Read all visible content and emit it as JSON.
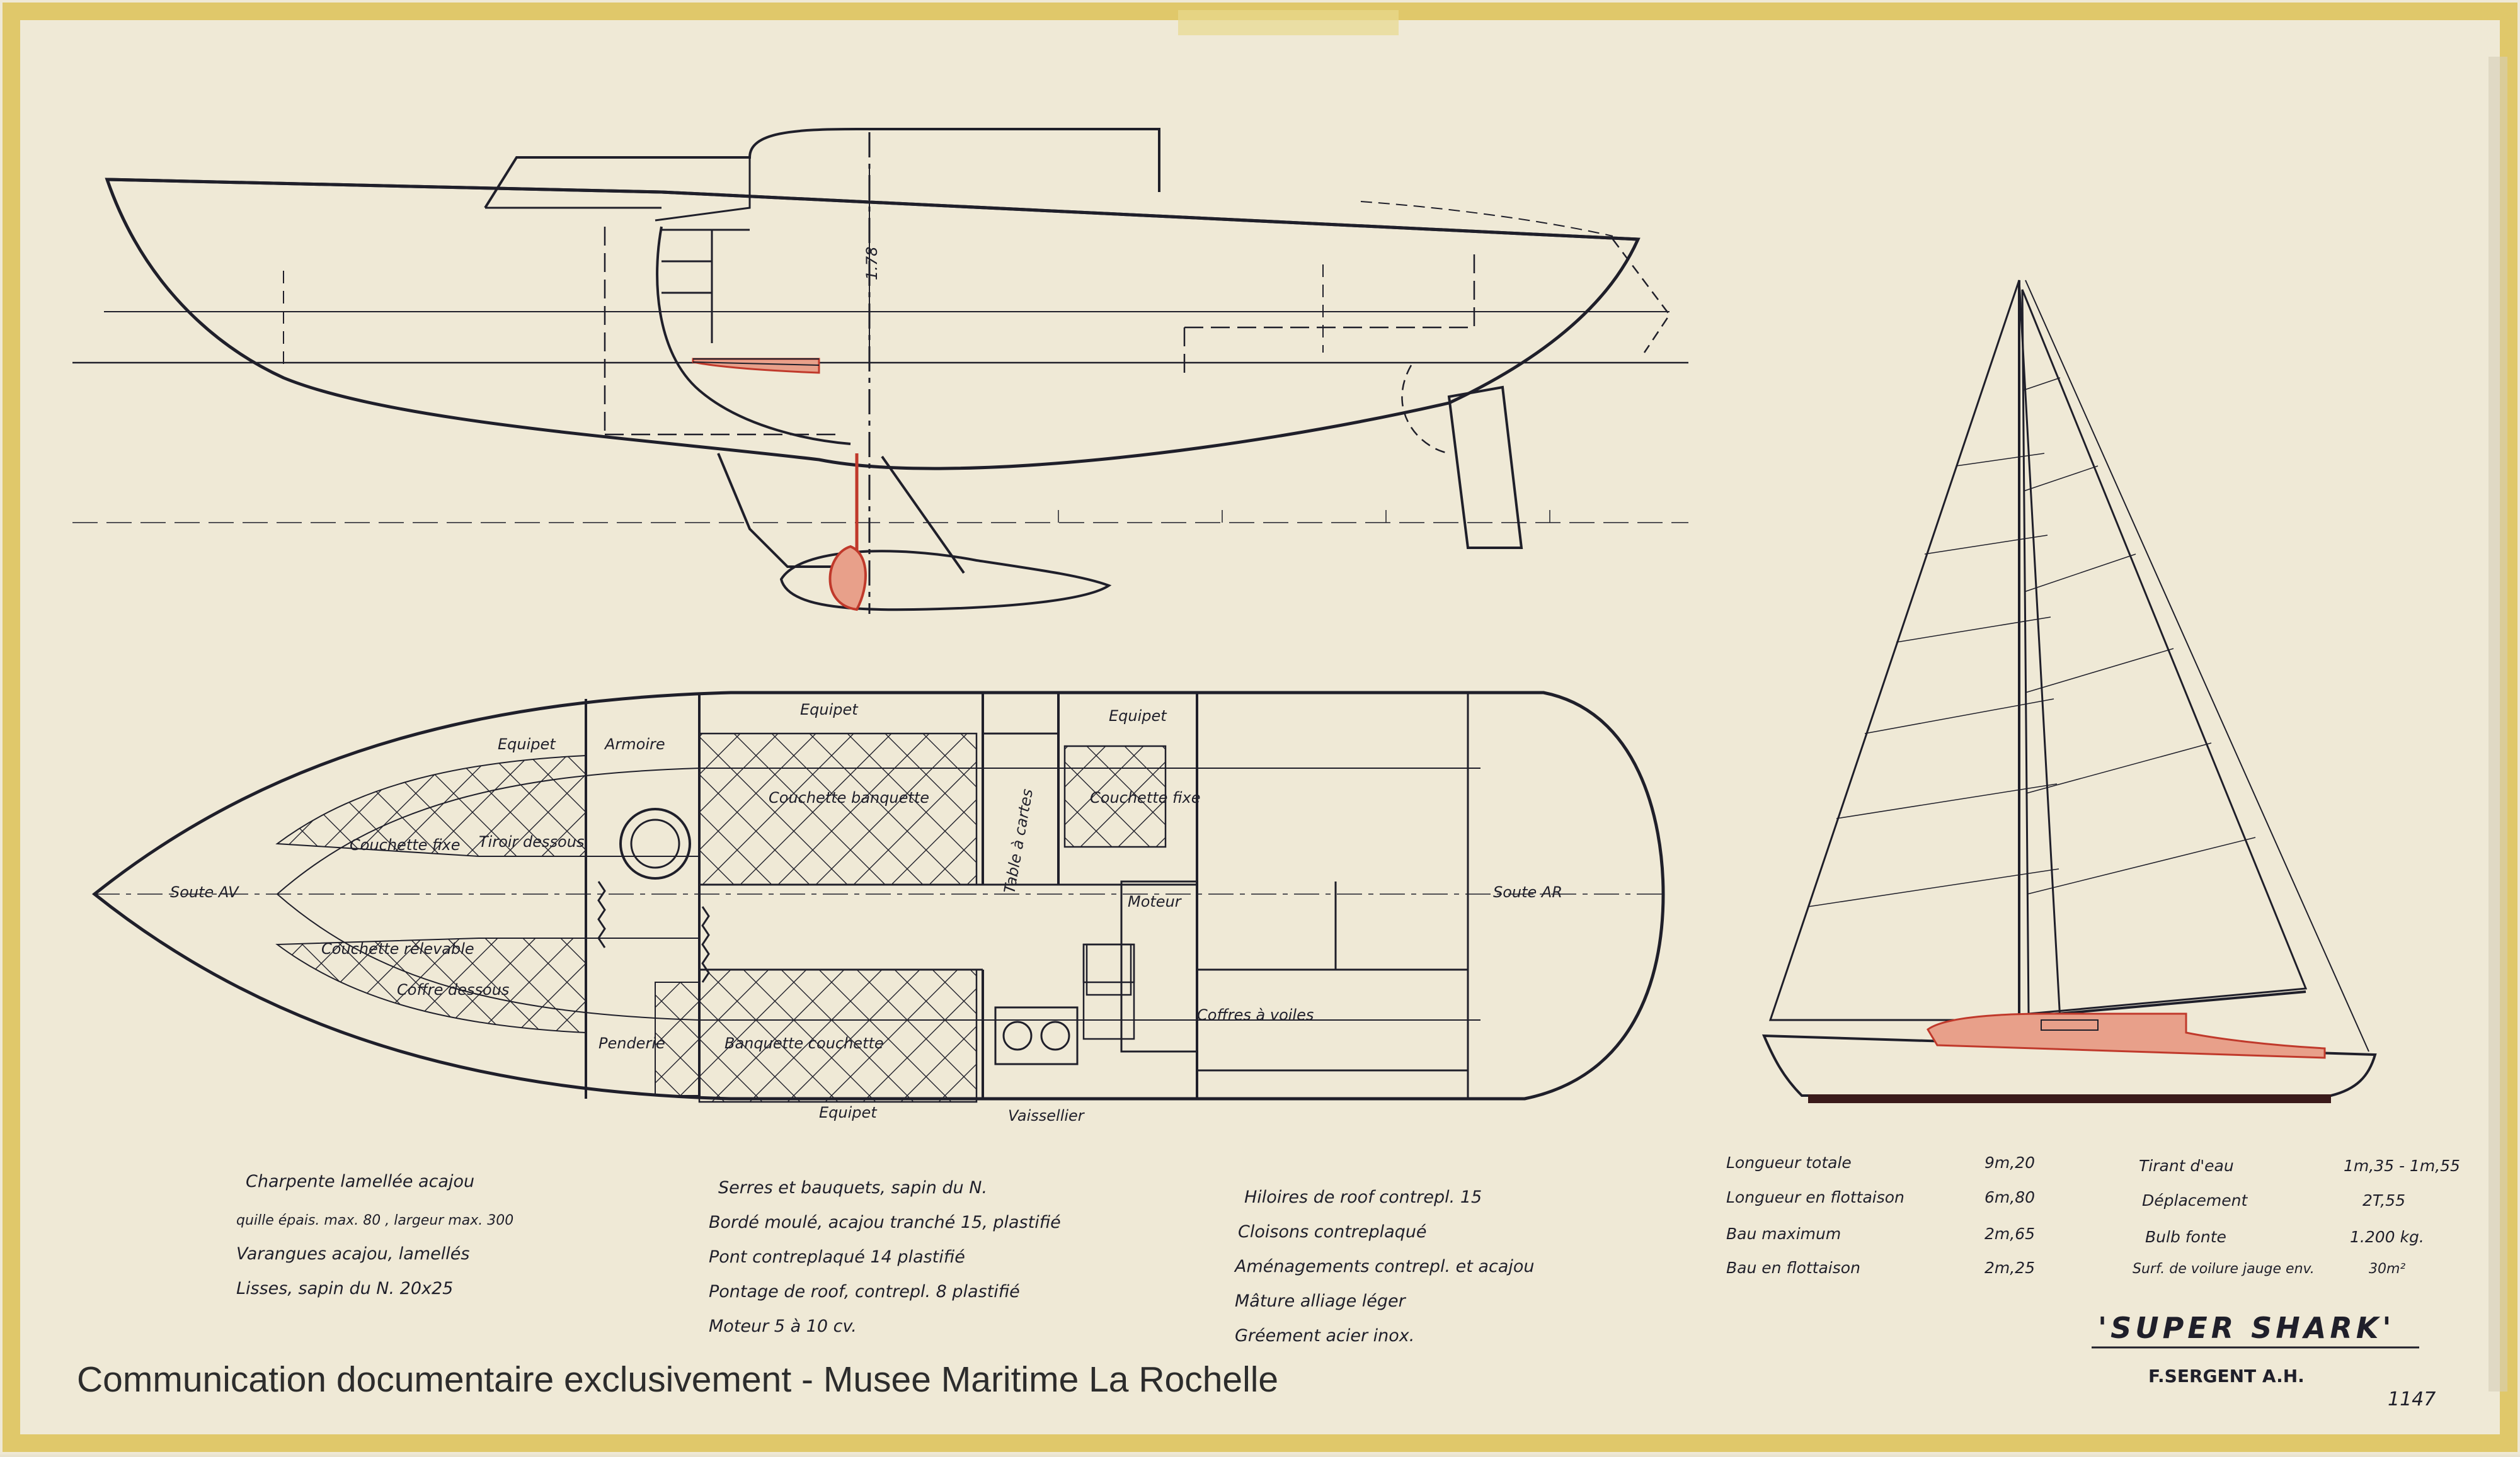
{
  "colors": {
    "paper": "#e9e3cf",
    "border": "#e0c86a",
    "ink": "#1f1f2a",
    "red_fill": "#e8a08a",
    "red_dark": "#c0392b"
  },
  "plan_labels": {
    "equipet_top_left": "Equipet",
    "armoire": "Armoire",
    "equipet_top_center": "Equipet",
    "equipet_top_right": "Equipet",
    "couchette_banquette": "Couchette banquette",
    "table_a_cartes": "Table à cartes",
    "couchette_fixe_right": "Couchette fixe",
    "couchette_fixe_left": "Couchette fixe",
    "tiroir_dessous": "Tiroir dessous",
    "soute_av": "Soute AV",
    "soute_ar": "Soute AR",
    "moteur": "Moteur",
    "couchette_relevable": "Couchette relevable",
    "coffre_dessous": "Coffre dessous",
    "coffres_a_voiles": "Coffres à voiles",
    "penderie": "Penderie",
    "banquette_couchette": "Banquette couchette",
    "equipet_bottom": "Equipet",
    "vaissellier": "Vaissellier"
  },
  "profile_labels": {
    "headroom": "1.78"
  },
  "construction_notes": {
    "col1": [
      "Charpente lamellée acajou",
      "quille épais. max. 80 , largeur max. 300",
      "Varangues acajou, lamellés",
      "Lisses, sapin du N. 20x25"
    ],
    "col2": [
      "Serres et bauquets, sapin du N.",
      "Bordé moulé, acajou tranché 15, plastifié",
      "Pont contreplaqué 14 plastifié",
      "Pontage de roof, contrepl. 8 plastifié",
      "Moteur 5 à 10 cv."
    ],
    "col3": [
      "Hiloires de roof contrepl. 15",
      "Cloisons contreplaqué",
      "Aménagements contrepl. et acajou",
      "Mâture alliage léger",
      "Gréement acier inox."
    ]
  },
  "specs": {
    "left": [
      {
        "label": "Longueur totale",
        "value": "9m,20"
      },
      {
        "label": "Longueur en flottaison",
        "value": "6m,80"
      },
      {
        "label": "Bau maximum",
        "value": "2m,65"
      },
      {
        "label": "Bau en flottaison",
        "value": "2m,25"
      }
    ],
    "right": [
      {
        "label": "Tirant d'eau",
        "value": "1m,35 - 1m,55"
      },
      {
        "label": "Déplacement",
        "value": "2T,55"
      },
      {
        "label": "Bulb fonte",
        "value": "1.200 kg."
      },
      {
        "label": "Surf. de voilure jauge env.",
        "value": "30m²"
      }
    ]
  },
  "title_block": {
    "name": "'SUPER SHARK'",
    "designer": "F.SERGENT A.H.",
    "sheet_number": "1147"
  },
  "caption": "Communication documentaire exclusivement - Musee Maritime La Rochelle"
}
